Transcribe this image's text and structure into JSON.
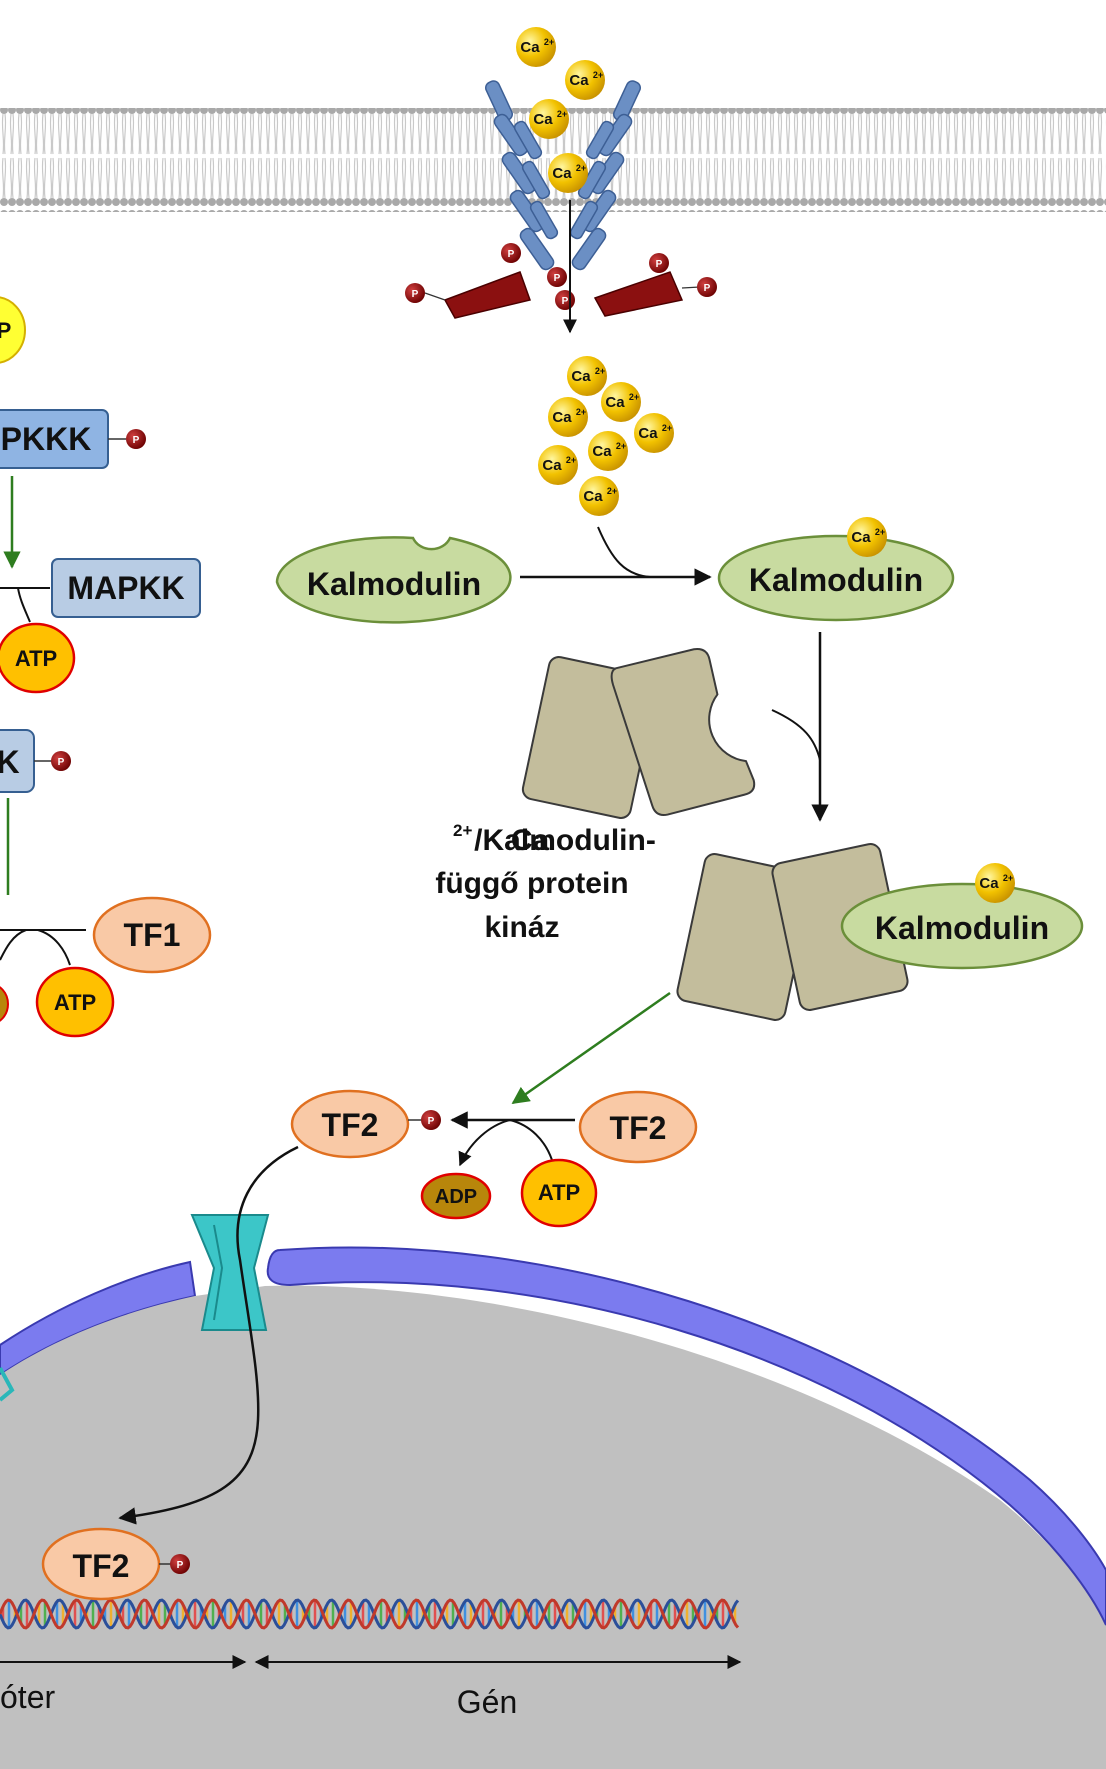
{
  "labels": {
    "ca_base": "Ca",
    "ca_sup": "2+",
    "p": "P",
    "mapkkk": "PKKK",
    "mapkk": "MAPKK",
    "mapk": "K",
    "atp": "ATP",
    "adp": "ADP",
    "tf1": "TF1",
    "tf2": "TF2",
    "kalmodulin": "Kalmodulin",
    "kinase_line1_base": "Ca",
    "kinase_line1_sup": "2+",
    "kinase_line1_rest": "/Kalmodulin-",
    "kinase_line2": "függő protein",
    "kinase_line3": "kináz",
    "promoter": "óter",
    "gene": "Gén"
  },
  "colors": {
    "membrane": "#b9b9b9",
    "channel": "#6b8fc4",
    "calcium": "#f2c200",
    "phosphate": "#8b0000",
    "calmodulin": "#c8dba0",
    "kinase": "#c3bd9c",
    "tf": "#f9c9a6",
    "atp": "#ffc000",
    "adp": "#b8860b",
    "mapk": "#b8cce4",
    "nucleus": "#c0c0c0",
    "nuclear_envelope": "#7b7bef",
    "pore": "#3cc6c8",
    "arrow_green": "#2e7d1f"
  }
}
